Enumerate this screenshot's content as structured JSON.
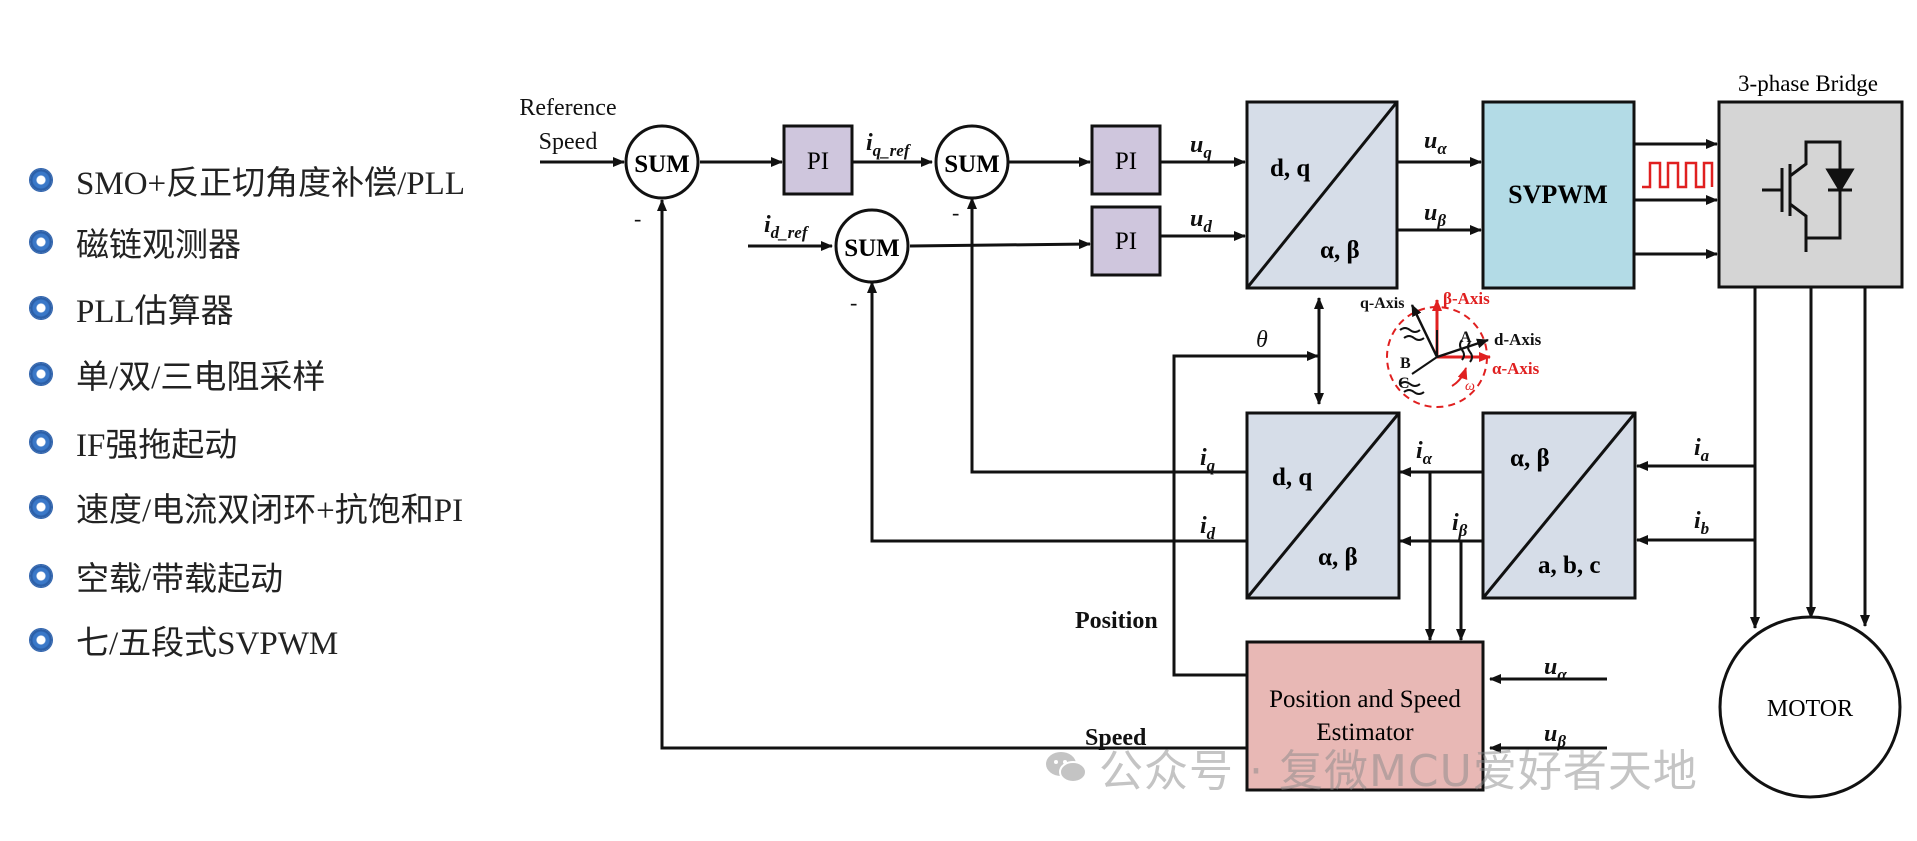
{
  "features": [
    "SMO+反正切角度补偿/PLL",
    "磁链观测器",
    "PLL估算器",
    "单/双/三电阻采样",
    "IF强拖起动",
    "速度/电流双闭环+抗饱和PI",
    "空载/带载起动",
    "七/五段式SVPWM"
  ],
  "diagram": {
    "reference_speed_line1": "Reference",
    "reference_speed_line2": "Speed",
    "sum": "SUM",
    "pi": "PI",
    "minus": "-",
    "iq_ref": "i",
    "iq_ref_sub": "q_ref",
    "id_ref": "i",
    "id_ref_sub": "d_ref",
    "uq": "u",
    "uq_sub": "q",
    "ud": "u",
    "ud_sub": "d",
    "park_inv_top": "d, q",
    "park_inv_bottom": "α, β",
    "ualpha": "u",
    "ualpha_sub": "α",
    "ubeta": "u",
    "ubeta_sub": "β",
    "svpwm": "SVPWM",
    "bridge_title": "3-phase Bridge",
    "theta": "θ",
    "q_axis": "q-Axis",
    "beta_axis": "β-Axis",
    "d_axis": "d-Axis",
    "alpha_axis": "α-Axis",
    "phase_a": "A",
    "phase_b": "B",
    "phase_c": "C",
    "omega": "ω",
    "park_top": "d, q",
    "park_bottom": "α, β",
    "clarke_top": "α, β",
    "clarke_bottom": "a, b, c",
    "iq": "i",
    "iq_sub": "q",
    "id": "i",
    "id_sub": "d",
    "ialpha": "i",
    "ialpha_sub": "α",
    "ibeta": "i",
    "ibeta_sub": "β",
    "ia": "i",
    "ia_sub": "a",
    "ib": "i",
    "ib_sub": "b",
    "position": "Position",
    "speed": "Speed",
    "estimator_line1": "Position and Speed",
    "estimator_line2": "Estimator",
    "motor": "MOTOR"
  },
  "watermark": "公众号 · 复微MCU爱好者天地",
  "icons": {
    "bullet": "circle-bullet-icon",
    "igbt": "igbt-transistor-icon",
    "pwm": "pwm-waveform-icon",
    "wechat": "wechat-icon"
  },
  "colors": {
    "pi_block": "#cfc6dd",
    "transform_block": "#d6dde8",
    "svpwm_block": "#b3dbe6",
    "bridge_block": "#d5d5d5",
    "estimator_block": "#e8b8b5",
    "axis_red": "#e02020",
    "bullet_blue": "#2f63ad"
  }
}
